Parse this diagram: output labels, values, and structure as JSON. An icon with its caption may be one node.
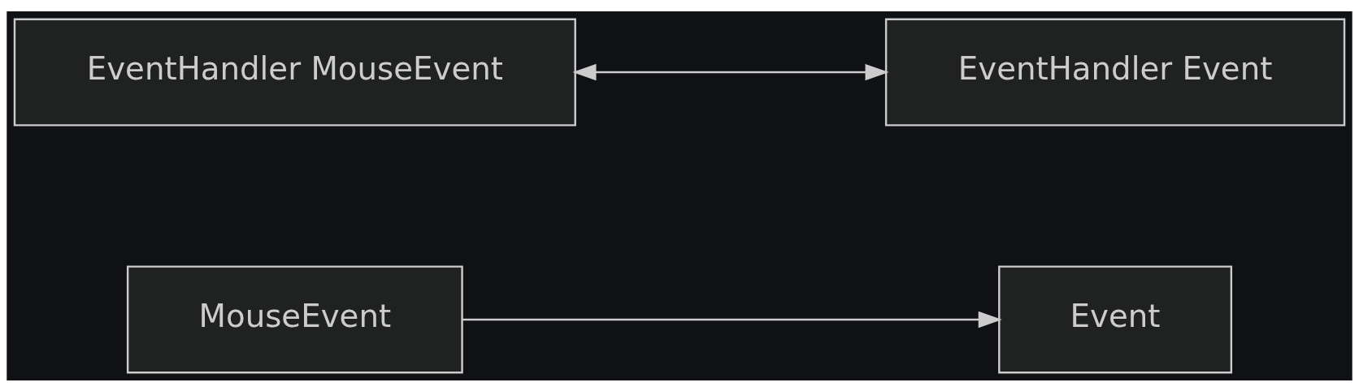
{
  "diagram": {
    "nodes": [
      {
        "text": [
          "MouseEvent"
        ]
      },
      {
        "text": [
          "Event"
        ]
      },
      {
        "text": [
          "EventHandler MouseEvent"
        ]
      },
      {
        "text": [
          "EventHandler Event"
        ]
      }
    ],
    "edges": [
      {
        "from": 0,
        "to": 1,
        "arrow": "to"
      },
      {
        "from": 2,
        "to": 3,
        "arrow": "both"
      }
    ]
  }
}
